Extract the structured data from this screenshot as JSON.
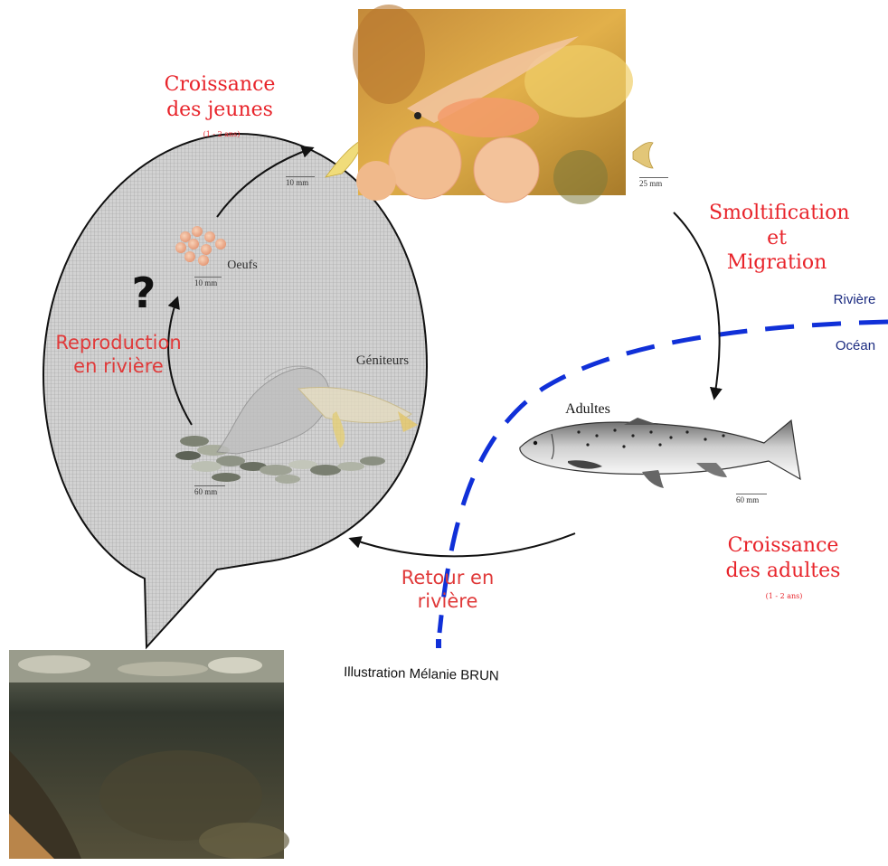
{
  "labels": {
    "croissance_jeunes": "Croissance\ndes jeunes",
    "croissance_jeunes_duree": "(1 - 2 ans)",
    "smoltification": "Smoltification\net\nMigration",
    "riviere": "Rivière",
    "ocean": "Océan",
    "adultes": "Adultes",
    "croissance_adultes": "Croissance\ndes adultes",
    "croissance_adultes_duree": "(1 - 2 ans)",
    "retour": "Retour en\nrivière",
    "reproduction": "Reproduction\nen rivière",
    "oeufs": "Oeufs",
    "geniteurs": "Géniteurs",
    "question": "?",
    "credit": "Illustration Mélanie  BRUN"
  },
  "scales": {
    "egg_scale": "10 mm",
    "fry_scale": "10 mm",
    "juvenile_scale": "25 mm",
    "spawner_scale": "60 mm",
    "adult_scale": "60 mm"
  },
  "colors": {
    "accent_red": "#e8242b",
    "boundary_blue": "#1030d8",
    "ocean_label": "#1a2a80",
    "bubble_fill": "#cfcfcf"
  }
}
